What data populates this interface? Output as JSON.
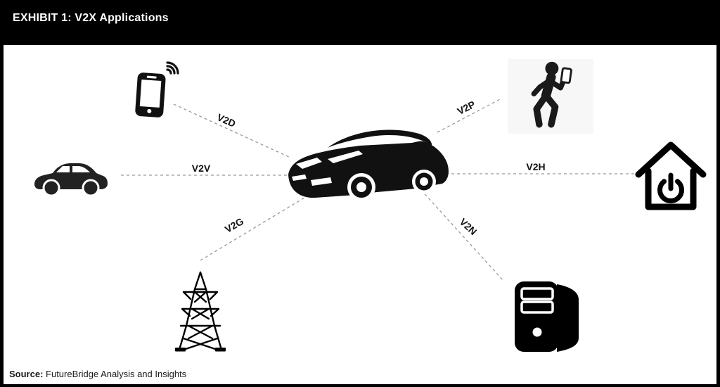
{
  "header": {
    "title": "EXHIBIT 1: V2X Applications"
  },
  "footer": {
    "source_label": "Source:",
    "source_text": " FutureBridge Analysis and Insights"
  },
  "diagram": {
    "center_node": "connected-vehicle",
    "connections": [
      {
        "id": "v2d",
        "label": "V2D",
        "target": "smartphone-device"
      },
      {
        "id": "v2p",
        "label": "V2P",
        "target": "pedestrian"
      },
      {
        "id": "v2v",
        "label": "V2V",
        "target": "other-vehicle"
      },
      {
        "id": "v2h",
        "label": "V2H",
        "target": "smart-home"
      },
      {
        "id": "v2g",
        "label": "V2G",
        "target": "power-grid"
      },
      {
        "id": "v2n",
        "label": "V2N",
        "target": "network-computer"
      }
    ],
    "colors": {
      "header_bg": "#000000",
      "header_text": "#ffffff",
      "icon": "#111111",
      "edge_line": "#999999",
      "panel_bg": "#ffffff"
    }
  }
}
